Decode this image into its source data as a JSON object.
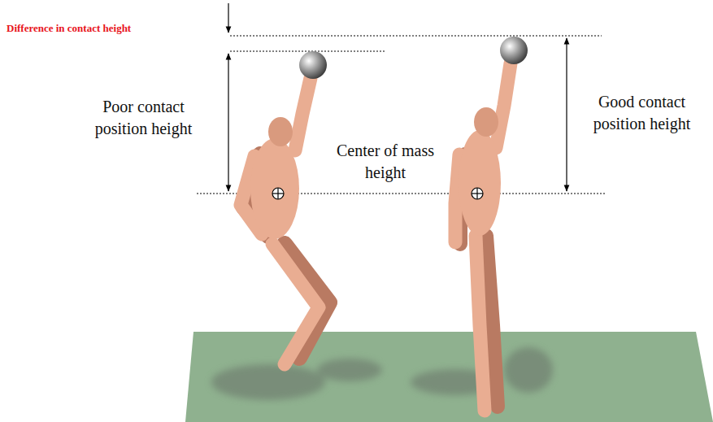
{
  "diagram": {
    "labels": [
      "Difference in contact height",
      "Poor contact position height",
      "Center of mass height",
      "Good contact position height"
    ]
  }
}
